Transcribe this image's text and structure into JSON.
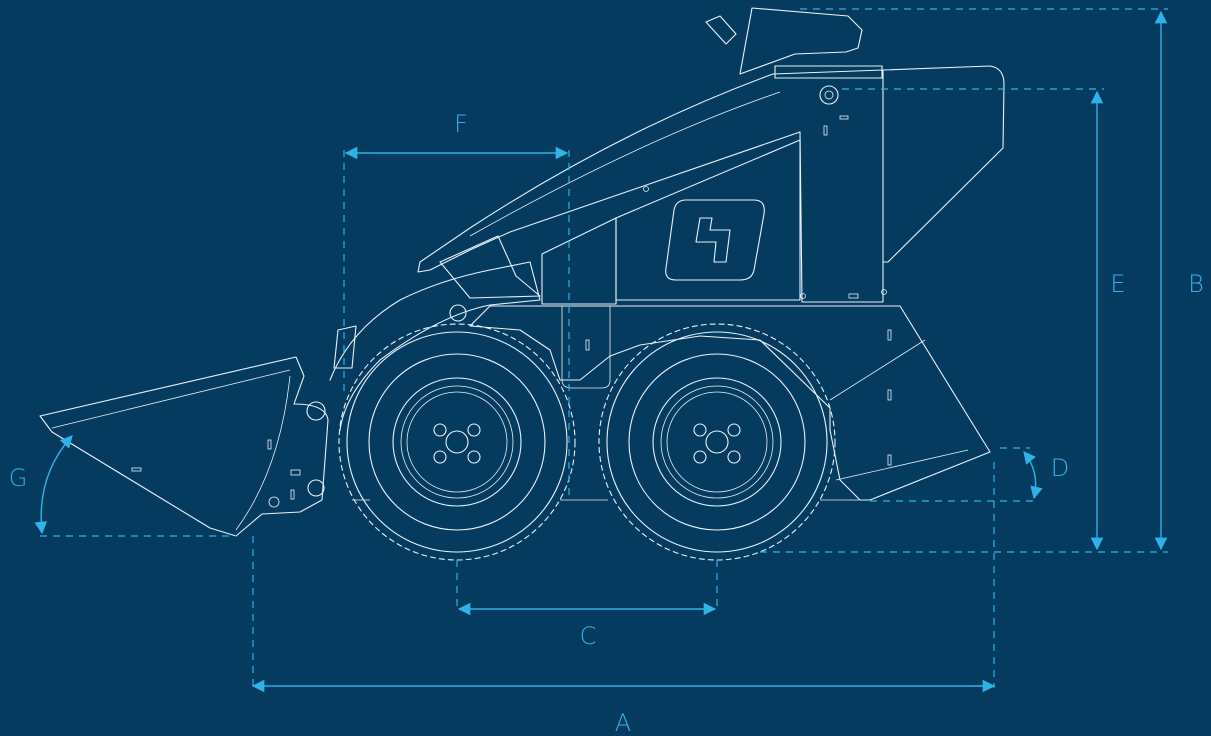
{
  "diagram": {
    "dimension_labels": {
      "a": "A",
      "b": "B",
      "c": "C",
      "d": "D",
      "e": "E",
      "f": "F",
      "g": "G"
    },
    "colors": {
      "background": "#053b5f",
      "linework": "#e9f2f8",
      "dimension": "#2fb2e6"
    }
  }
}
